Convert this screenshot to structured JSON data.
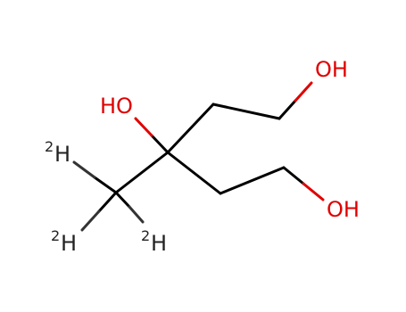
{
  "molecule": {
    "colors": {
      "bond": "#000000",
      "deuterium_bond": "#333333",
      "oxygen": "#e00000",
      "deuterium_text": "#222222"
    },
    "labels": {
      "oh_top_right": "OH",
      "ho_middle": "HO",
      "oh_bottom_right": "OH",
      "d_left": {
        "iso": "2",
        "sym": "H"
      },
      "d_bottom_left": {
        "iso": "2",
        "sym": "H"
      },
      "d_bottom_right": {
        "iso": "2",
        "sym": "H"
      }
    }
  }
}
